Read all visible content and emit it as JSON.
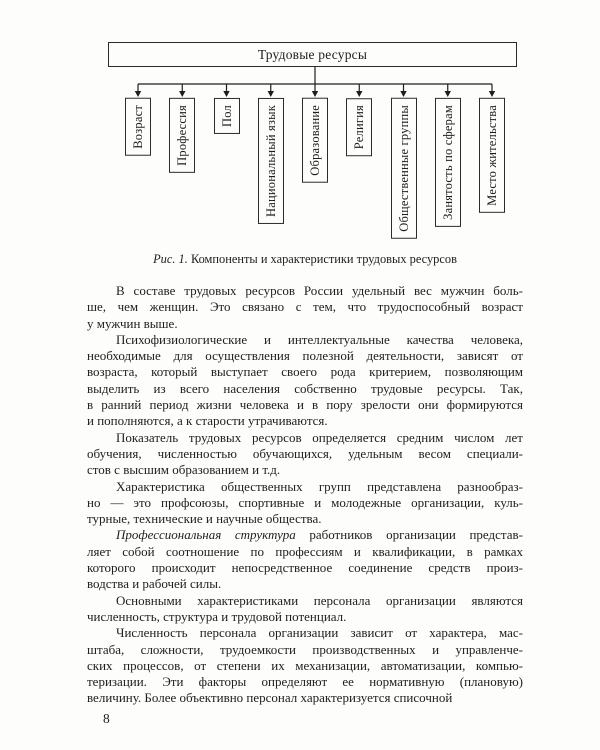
{
  "colors": {
    "ink": "#1e1e1e",
    "paper": "#fdfdfb"
  },
  "figure": {
    "root": "Трудовые ресурсы",
    "branches": [
      "Возраст",
      "Профессия",
      "Пол",
      "Национальный язык",
      "Образование",
      "Религия",
      "Общественные группы",
      "Занятость по сферам",
      "Место жительства"
    ],
    "caption": {
      "label": "Рис. 1.",
      "text": " Компоненты и характеристики трудовых ресурсов"
    }
  },
  "body": {
    "paragraphs": [
      [
        "В составе трудовых ресурсов России удельный вес мужчин боль-",
        "ше, чем женщин. Это связано с тем, что трудоспособный возраст",
        "у мужчин выше."
      ],
      [
        "Психофизиологические и интеллектуальные качества человека,",
        "необходимые для осуществления полезной деятельности, зависят от",
        "возраста, который выступает своего рода критерием, позволяющим",
        "выделить из всего населения собственно трудовые ресурсы. Так,",
        "в ранний период жизни человека и в пору зрелости они формируются",
        "и пополняются, а к старости утрачиваются."
      ],
      [
        "Показатель трудовых ресурсов определяется средним числом лет",
        "обучения, численностью обучающихся, удельным весом специали-",
        "стов с высшим образованием и т.д."
      ],
      [
        "Характеристика общественных групп представлена разнообраз-",
        "но — это профсоюзы, спортивные и молодежные организации, куль-",
        "турные, технические и научные общества."
      ],
      [
        "*Профессиональная структура* работников организации представ-",
        "ляет собой соотношение по профессиям и квалификации, в рамках",
        "которого происходит непосредственное соединение средств произ-",
        "водства и рабочей силы."
      ],
      [
        "Основными характеристиками персонала организации являются",
        "численность, структура и трудовой потенциал."
      ],
      [
        "Численность персонала организации зависит от характера, мас-",
        "штаба, сложности, трудоемкости производственных и управленче-",
        "ских процессов, от степени их механизации, автоматизации, компью-",
        "теризации. Эти факторы определяют ее нормативную (плановую)",
        "величину. Более объективно персонал характеризуется списочной"
      ]
    ]
  },
  "page_number": "8"
}
